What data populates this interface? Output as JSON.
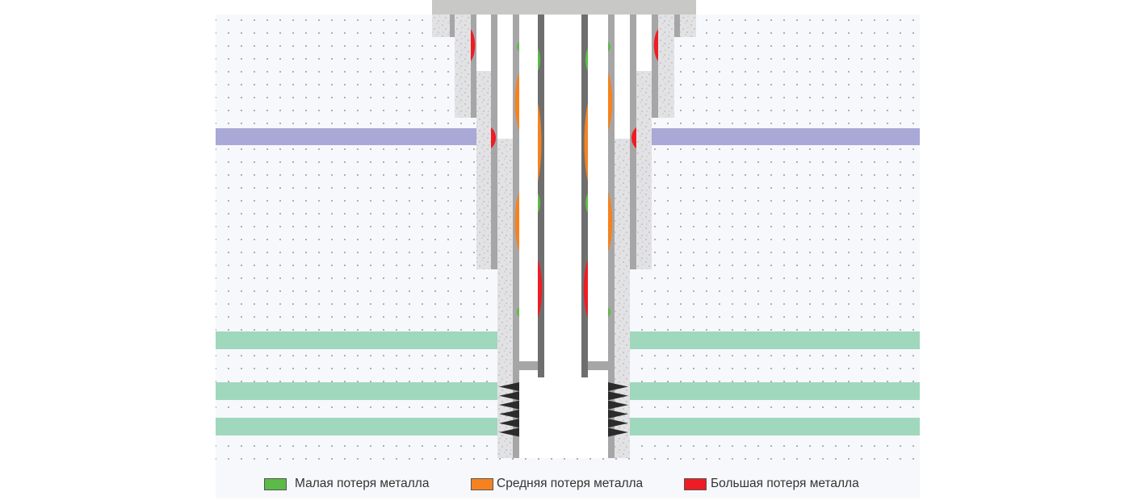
{
  "colors": {
    "background": "#f7f8fc",
    "wellhead": "#c8c8c6",
    "cement": "#e2e2e4",
    "casing": "#a6a6a6",
    "tubing": "#6e6e6e",
    "formation_gas": "#a9a8d6",
    "formation_productive": "#9fd8bd",
    "perforation": "#2b2b2b",
    "small_loss": "#5cbb46",
    "medium_loss": "#f5821f",
    "large_loss": "#ee1c24"
  },
  "legend": [
    {
      "label": "Малая потеря металла",
      "color": "#5cbb46"
    },
    {
      "label": "Средняя потеря металла",
      "color": "#f5821f"
    },
    {
      "label": "Большая потеря металла",
      "color": "#ee1c24"
    }
  ]
}
